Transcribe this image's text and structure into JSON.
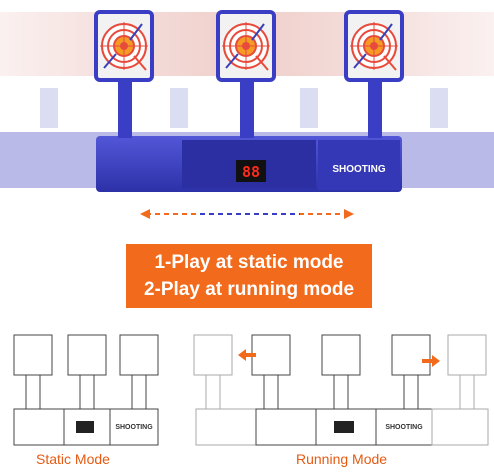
{
  "banner": {
    "line1": "1-Play at static mode",
    "line2": "2-Play at running mode"
  },
  "product": {
    "brand_label": "SHOOTING",
    "score_display": "88"
  },
  "diagram": {
    "static_caption": "Static Mode",
    "running_caption": "Running Mode",
    "brand_label": "SHOOTING"
  },
  "colors": {
    "base_blue": "#3a3ec4",
    "accent_orange": "#f26a1b",
    "display_red": "#ff2a1a",
    "caption_orange": "#e65a12"
  }
}
